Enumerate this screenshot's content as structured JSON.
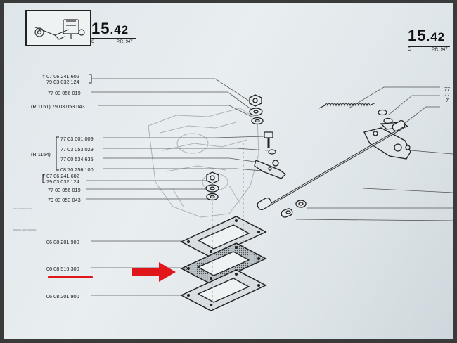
{
  "header": {
    "section_left": {
      "number": "15",
      "decimal": ".42",
      "sub_left": "C",
      "sub_right": "P.R. 947"
    },
    "section_right": {
      "number": "15",
      "decimal": ".42",
      "sub_left": "C",
      "sub_right": "P.R. 947"
    }
  },
  "left_refs": [
    {
      "text": "† 07 06 241 602"
    },
    {
      "text": "79 03 032 124"
    },
    {
      "text": "77 03 056 019"
    },
    {
      "text": "(R 1151) 79 03 053 043"
    },
    {
      "text": "77 03 001 009"
    },
    {
      "text": "77 03 053 029"
    },
    {
      "text": "(R 1154)"
    },
    {
      "text": "77 00 534 635"
    },
    {
      "text": "08 70 256 100"
    },
    {
      "text": "† 07 06 241 602"
    },
    {
      "text": "79 03 032 124"
    },
    {
      "text": "77 03 056 019"
    },
    {
      "text": "79 03 053 043"
    },
    {
      "text": "06 08 201 900"
    },
    {
      "text": "06 08 516 300"
    },
    {
      "text": "06 08 201 900"
    }
  ],
  "right_edge": [
    "77",
    "77",
    "7"
  ],
  "highlight": {
    "part": "06 08 516 300",
    "arrow_color": "#e0161b"
  }
}
